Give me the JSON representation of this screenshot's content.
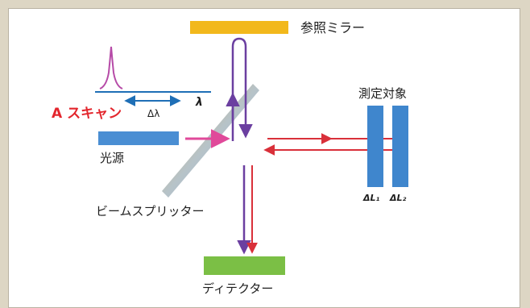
{
  "labels": {
    "reference_mirror": "参照ミラー",
    "measurement_target": "測定対象",
    "a_scan": "A スキャン",
    "delta_lambda": "Δλ",
    "lambda": "λ",
    "light_source": "光源",
    "beam_splitter": "ビームスプリッター",
    "delta_l1": "ΔL₁",
    "delta_l2": "ΔL₂",
    "detector": "ディテクター"
  },
  "colors": {
    "mirror": "#f2b81c",
    "source": "#4a8ed3",
    "target": "#3f86cd",
    "detector": "#7bbf45",
    "splitter_a": "#c9a24c",
    "splitter_b": "#8fb7e0",
    "purple_beam": "#6b3fa0",
    "red_beam": "#d9303a",
    "pink_beam": "#e0499a",
    "spectrum": "#b64aa7",
    "axis": "#1f6fb6",
    "a_scan_text": "#e3262d"
  }
}
